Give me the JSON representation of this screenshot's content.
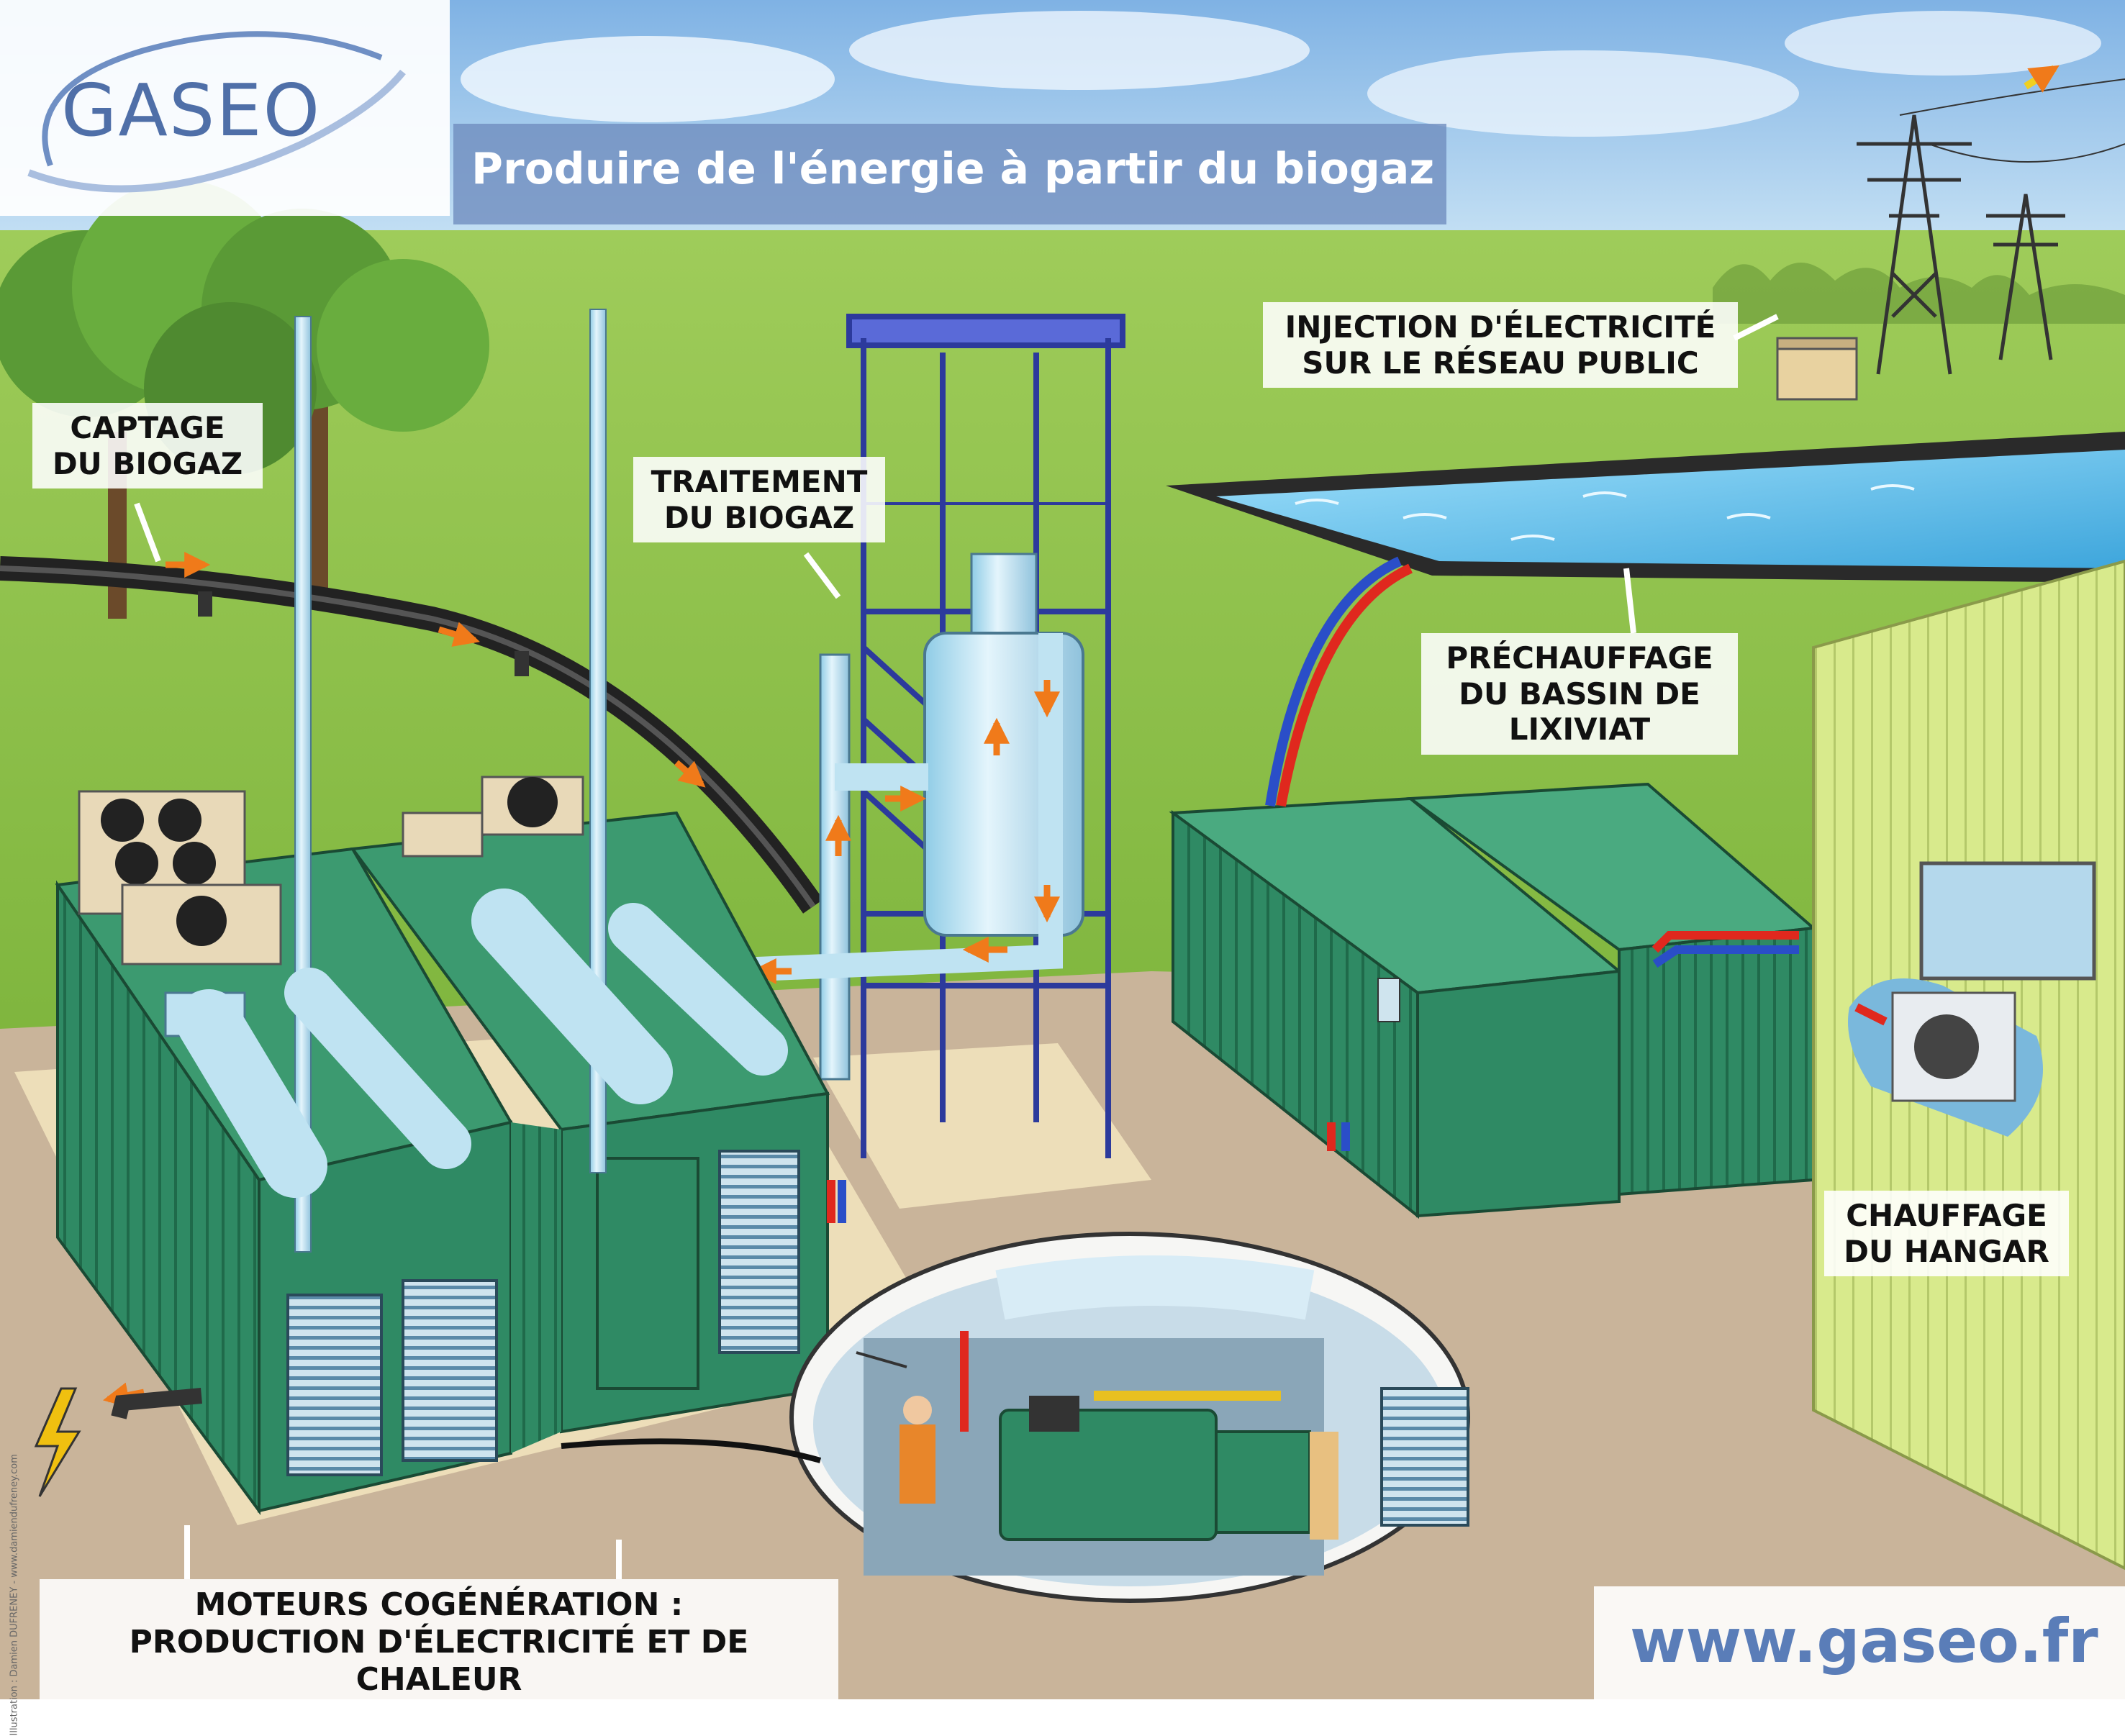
{
  "logo": {
    "text": "GASEO"
  },
  "title": "Produire de l'énergie à partir du biogaz",
  "labels": {
    "captage": {
      "line1": "CAPTAGE",
      "line2": "DU BIOGAZ"
    },
    "traitement": {
      "line1": "TRAITEMENT",
      "line2": "DU BIOGAZ"
    },
    "injection": {
      "line1": "INJECTION D'ÉLECTRICITÉ",
      "line2": "SUR LE RÉSEAU PUBLIC"
    },
    "prechauffage": {
      "line1": "PRÉCHAUFFAGE",
      "line2": "DU BASSIN DE",
      "line3": "LIXIVIAT"
    },
    "chauffage": {
      "line1": "CHAUFFAGE",
      "line2": "DU HANGAR"
    },
    "moteurs": {
      "line1": "MOTEURS COGÉNÉRATION :",
      "line2": "PRODUCTION D'ÉLECTRICITÉ ET DE CHALEUR"
    }
  },
  "website": "www.gaseo.fr",
  "credit": "Illustration : Damien DUFRENEY - www.damiendufreney.com",
  "colors": {
    "sky": "#9ec8ec",
    "grass": "#8fc24a",
    "ground": "#c9b49a",
    "container": "#2f8a64",
    "container_dark": "#1f6a4a",
    "tower": "#4a5cc8",
    "pipe_light": "#bfe3f2",
    "water": "#5fb8e6",
    "hangar": "#d8ea8c",
    "flow_arrow": "#f07a1a",
    "hot_pipe": "#e0281e",
    "cold_pipe": "#2a4ec8",
    "title_bar": "#6e8cbe",
    "logo_blue": "#4f6fa8"
  }
}
